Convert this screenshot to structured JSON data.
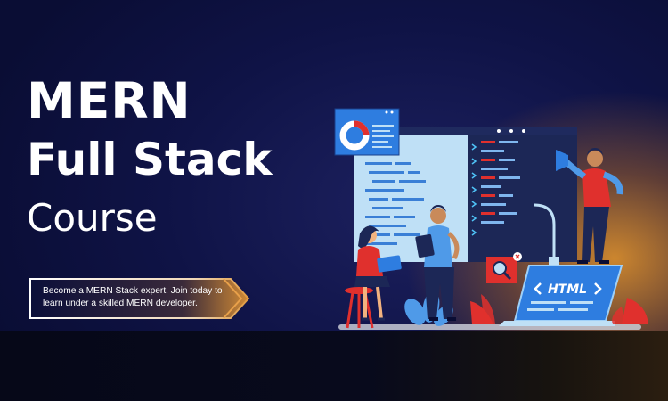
{
  "heading": {
    "line1": "MERN",
    "line2": "Full Stack",
    "line3": "Course"
  },
  "tagline": {
    "line1": "Become a MERN Stack expert. Join today to",
    "line2": "learn under a skilled MERN developer."
  },
  "illustration": {
    "laptop_label": "HTML",
    "icons": [
      "donut-chart-icon",
      "magnifier-icon",
      "close-icon",
      "megaphone-icon",
      "code-bracket-icon"
    ]
  },
  "colors": {
    "background": "#0f1346",
    "accent_orange": "#d98a30",
    "accent_red": "#e0302d",
    "screen_blue": "#2e7de0",
    "text": "#ffffff"
  }
}
